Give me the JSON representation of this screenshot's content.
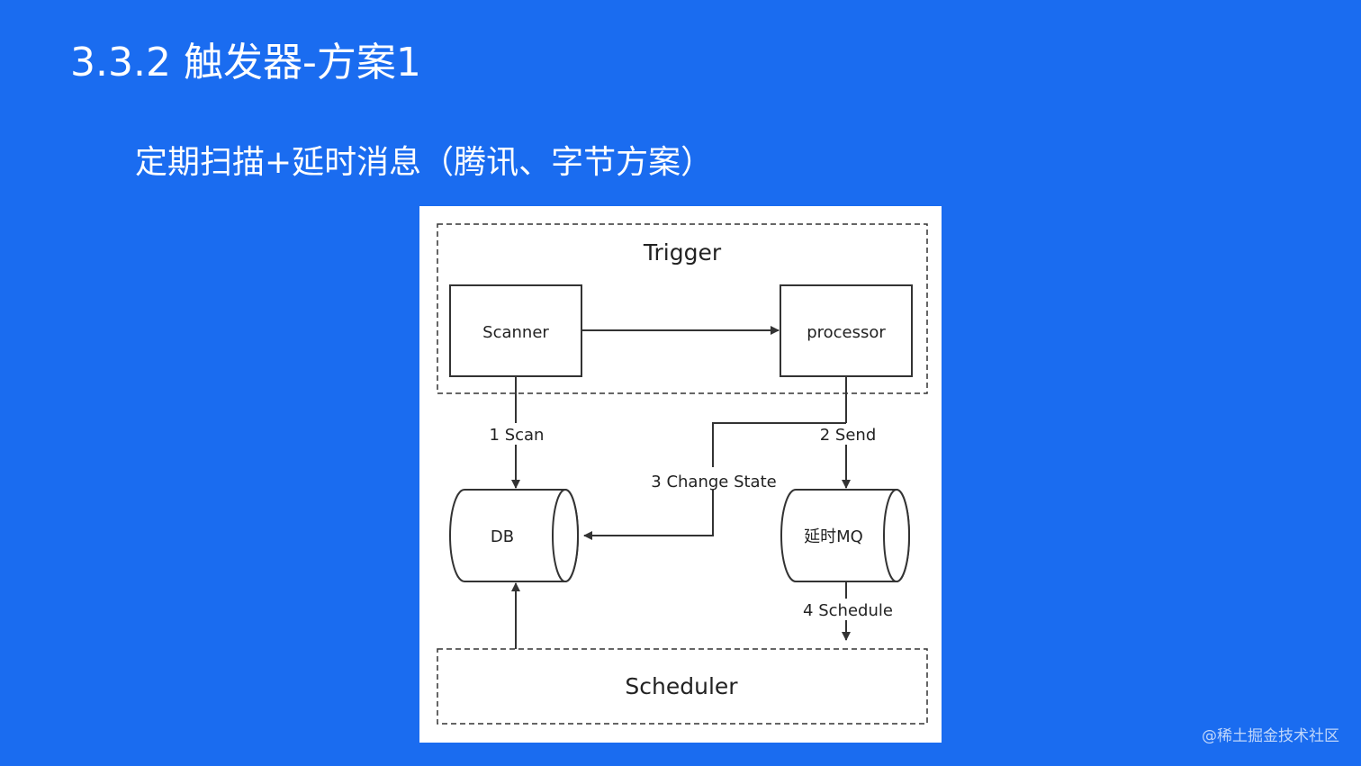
{
  "slide": {
    "title": "3.3.2 触发器-方案1",
    "subtitle": "定期扫描+延时消息（腾讯、字节方案）",
    "watermark": "@稀土掘金技术社区",
    "background_color": "#1a6cf0"
  },
  "diagram": {
    "groups": {
      "trigger": "Trigger",
      "scheduler": "Scheduler"
    },
    "nodes": {
      "scanner": "Scanner",
      "processor": "processor",
      "db": "DB",
      "mq": "延时MQ"
    },
    "edges": {
      "scan": "1 Scan",
      "send": "2 Send",
      "change_state": "3 Change State",
      "schedule": "4 Schedule"
    }
  }
}
